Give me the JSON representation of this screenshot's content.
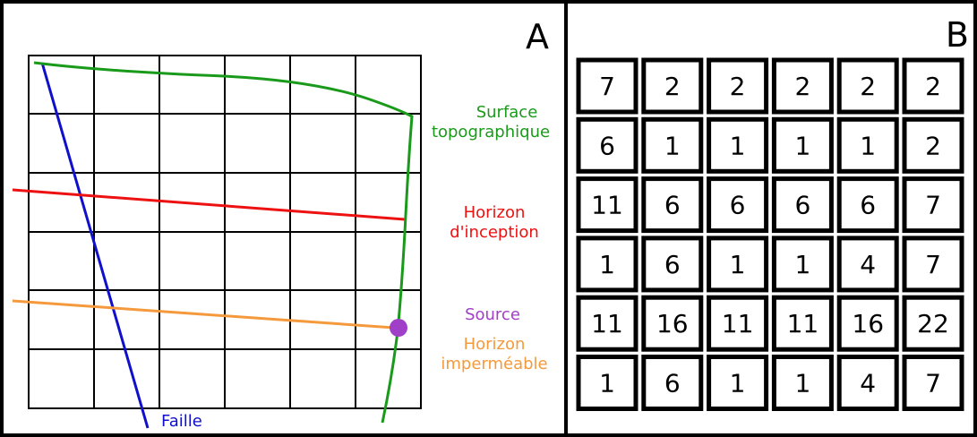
{
  "panel_a": {
    "letter": "A",
    "labels": {
      "surface_line1": "Surface",
      "surface_line2": "topographique",
      "horizon_inception_line1": "Horizon",
      "horizon_inception_line2": "d'inception",
      "source": "Source",
      "horizon_impermeable_line1": "Horizon",
      "horizon_impermeable_line2": "imperméable",
      "faille": "Faille"
    }
  },
  "panel_b": {
    "letter": "B",
    "matrix": [
      [
        "7",
        "2",
        "2",
        "2",
        "2",
        "2"
      ],
      [
        "6",
        "1",
        "1",
        "1",
        "1",
        "2"
      ],
      [
        "11",
        "6",
        "6",
        "6",
        "6",
        "7"
      ],
      [
        "1",
        "6",
        "1",
        "1",
        "4",
        "7"
      ],
      [
        "11",
        "16",
        "11",
        "11",
        "16",
        "22"
      ],
      [
        "1",
        "6",
        "1",
        "1",
        "4",
        "7"
      ]
    ]
  },
  "colors": {
    "surface": "#1a9a1a",
    "horizon_inception": "#ee1111",
    "source": "#a040c8",
    "horizon_impermeable": "#f59a3c",
    "faille": "#1010cc",
    "grid": "#000000"
  }
}
